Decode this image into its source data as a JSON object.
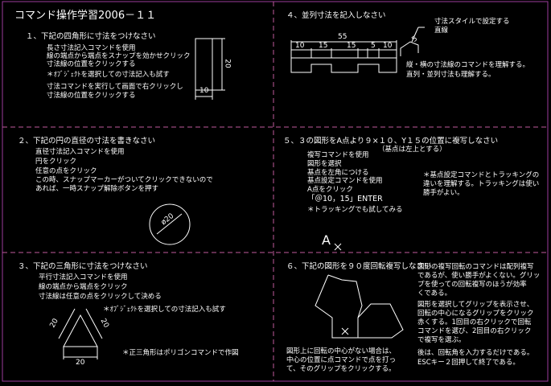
{
  "title": "コマンド操作学習2006－１１",
  "q1": {
    "heading": "１、下記の四角形に寸法をつけなさい",
    "lines": [
      "長さ寸法記入コマンドを使用",
      "線の端点から端点をスナップを効かせクリック",
      "寸法線の位置をクリックする"
    ],
    "note": "＊ｵﾌﾞｼﾞｪｸﾄを選択しての寸法記入も試す",
    "lines2": [
      "寸法コマンドを実行して画面で右クリックし",
      "寸法線の位置をクリックする"
    ],
    "dim_width": "10",
    "dim_height": "20"
  },
  "q4": {
    "heading": "４、並列寸法を記入しなさい",
    "style_label": "寸法スタイルで設定する",
    "style_label2": "直線",
    "total": "55",
    "segments": [
      "10",
      "15",
      "15",
      "5",
      "10"
    ],
    "side": "5",
    "notes": [
      "縦・横の寸法線のコマンドを理解する。",
      "直列・並列寸法も理解する。"
    ]
  },
  "q2": {
    "heading": "２、下記の円の直径の寸法を書きなさい",
    "lines": [
      "直径寸法記入コマンドを使用",
      "円をクリック",
      "任意の点をクリック",
      "この時、スナップマーカーがついてクリックできないので",
      "あれば、一時スナップ解除ボタンを押す"
    ],
    "dim": "ø20"
  },
  "q5": {
    "heading": "５、３の図形をA点より９×１０、Y１５の位置に複写しなさい",
    "heading_sub": "（基点は左上とする）",
    "lines": [
      "複写コマンドを使用",
      "図形を選択",
      "基点を左角につける",
      "基点設定コマンドを使用",
      "A点をクリック",
      "「＠10，15」ENTER",
      "＊トラッキングでも試してみる"
    ],
    "note": [
      "＊基点設定コマンドとトラッキングの",
      "違いを理解する。トラッキングは使い",
      "勝手がよい。"
    ],
    "point_label": "A"
  },
  "q3": {
    "heading": "３、下記の三角形に寸法をつけなさい",
    "lines": [
      "平行寸法記入コマンドを使用",
      "線の端点から端点をクリック",
      "寸法線は任意の点をクリックして決める"
    ],
    "note": "＊ｵﾌﾞｼﾞｪｸﾄを選択しての寸法記入も試す",
    "note2": "＊正三角形はポリゴンコマンドで作図",
    "dim_left": "20",
    "dim_right": "20",
    "dim_bottom": "20"
  },
  "q6": {
    "heading": "６、下記の図形を９０度回転複写しなさい",
    "right_text": [
      "図形の複写回転のコマンドは配列複写",
      "であるが、使い勝手がよくない。グリッ",
      "プを使っての回転複写のほうが効率",
      "くである。",
      "図形を選択してグリップを表示させ、",
      "回転の中心になるグリップをクリック",
      "赤くする。1回目の右クリックで回転",
      "コマンドを選び、2回目の右クリック",
      "で複写を選ぶ。",
      "後は、回転角を入力するだけである。",
      "ESCキー２回押して終了である。"
    ],
    "bottom_text": [
      "図形上に回転の中心がない場合は、",
      "中心の位置に点コマンドで点を打っ",
      "て、そのグリップをクリックする。"
    ]
  }
}
